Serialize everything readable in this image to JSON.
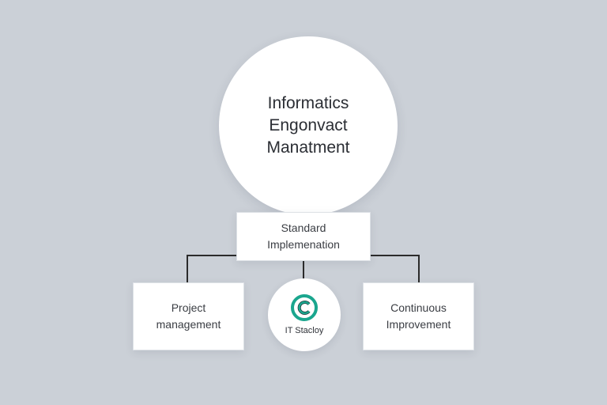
{
  "diagram": {
    "main_node": {
      "label": "Informatics\nEngonvact\nManatment"
    },
    "center_node": {
      "label": "Standard\nImplemenation"
    },
    "left_node": {
      "label": "Project\nmanagement"
    },
    "middle_node": {
      "label": "IT Stacloy",
      "icon": "c-logo-icon"
    },
    "right_node": {
      "label": "Continuous\nImprovement"
    }
  },
  "colors": {
    "background": "#cbd0d7",
    "node_fill": "#ffffff",
    "connector": "#2b2b2b",
    "accent": "#1aa68e"
  }
}
